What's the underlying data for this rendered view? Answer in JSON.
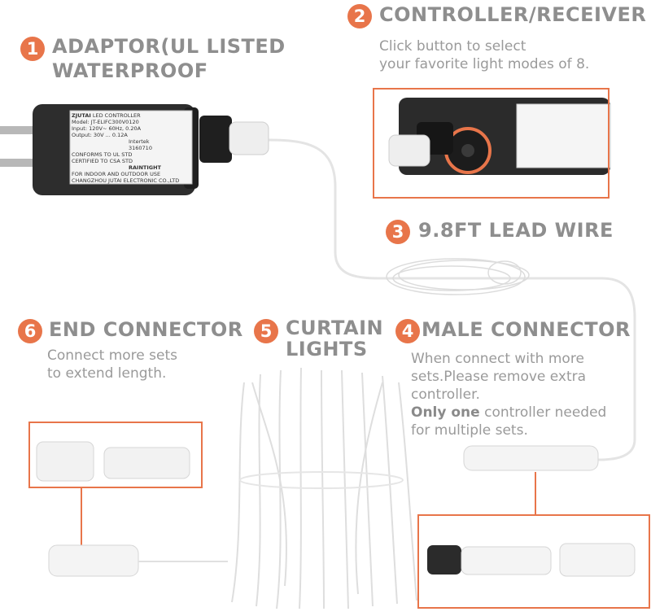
{
  "colors": {
    "accent": "#e8754a",
    "heading": "#8e8e8e",
    "text": "#9a9a9a"
  },
  "items": [
    {
      "num": "1",
      "title_lines": [
        "ADAPTOR(UL LISTED",
        "WATERPROOF"
      ]
    },
    {
      "num": "2",
      "title": "CONTROLLER/RECEIVER",
      "desc_lines": [
        "Click button to select",
        "your favorite light modes of 8."
      ]
    },
    {
      "num": "3",
      "title": "9.8FT LEAD WIRE"
    },
    {
      "num": "4",
      "title": "MALE CONNECTOR",
      "desc_lines": [
        "When connect with more",
        "sets.Please remove extra",
        "controller."
      ],
      "desc_bold": "Only one",
      "desc_tail": " controller needed",
      "desc_last": "for multiple sets."
    },
    {
      "num": "5",
      "title_lines": [
        "CURTAIN",
        "LIGHTS"
      ]
    },
    {
      "num": "6",
      "title": "END CONNECTOR",
      "desc_lines": [
        "Connect more sets",
        "to extend length."
      ]
    }
  ],
  "adaptor_label": {
    "brand": "ZJUTAI",
    "name": "LED CONTROLLER",
    "lines": [
      "Model: JT-ELIFC300V0120",
      "Input: 120V~ 60Hz, 0.20A",
      "Output: 30V ... 0.12A",
      "CONFORMS TO UL STD",
      "CERTIFIED TO CSA STD",
      "FOR INDOOR AND OUTDOOR USE",
      "CHANGZHOU JUTAI ELECTRONIC CO.,LTD"
    ],
    "cert": "Intertek",
    "cert_no": "3160710",
    "rainlight": "RAINTIGHT"
  }
}
